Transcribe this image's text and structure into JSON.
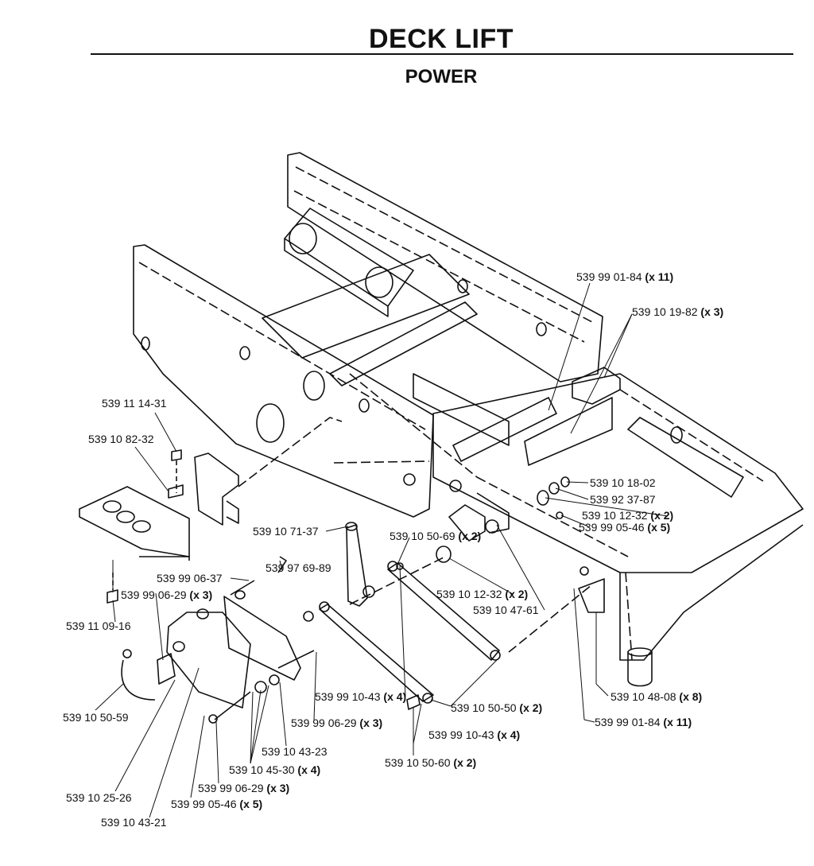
{
  "title": "DECK LIFT",
  "subtitle": "POWER",
  "callouts": [
    {
      "id": "c1",
      "part": "539 99 01-84",
      "qty": "(x 11)"
    },
    {
      "id": "c2",
      "part": "539 10 19-82",
      "qty": "(x 3)"
    },
    {
      "id": "c3",
      "part": "539 11 14-31",
      "qty": ""
    },
    {
      "id": "c4",
      "part": "539 10 82-32",
      "qty": ""
    },
    {
      "id": "c5",
      "part": "539 10 18-02",
      "qty": ""
    },
    {
      "id": "c6",
      "part": "539 92 37-87",
      "qty": ""
    },
    {
      "id": "c7",
      "part": "539 10 12-32",
      "qty": "(x 2)"
    },
    {
      "id": "c8",
      "part": "539 99 05-46",
      "qty": "(x 5)"
    },
    {
      "id": "c9",
      "part": "539 10 71-37",
      "qty": ""
    },
    {
      "id": "c10",
      "part": "539 10 50-69",
      "qty": "(x 2)"
    },
    {
      "id": "c11",
      "part": "539 99 06-37",
      "qty": ""
    },
    {
      "id": "c12",
      "part": "539 97 69-89",
      "qty": ""
    },
    {
      "id": "c13",
      "part": "539 99 06-29",
      "qty": "(x 3)"
    },
    {
      "id": "c14",
      "part": "539 10 12-32",
      "qty": "(x 2)"
    },
    {
      "id": "c15",
      "part": "539 10 47-61",
      "qty": ""
    },
    {
      "id": "c16",
      "part": "539 11 09-16",
      "qty": ""
    },
    {
      "id": "c17",
      "part": "539 99 10-43",
      "qty": "(x 4)"
    },
    {
      "id": "c18",
      "part": "539 10 50-50",
      "qty": "(x 2)"
    },
    {
      "id": "c19",
      "part": "539 10 48-08",
      "qty": "(x 8)"
    },
    {
      "id": "c20",
      "part": "539 10 50-59",
      "qty": ""
    },
    {
      "id": "c21",
      "part": "539 99 06-29",
      "qty": "(x 3)"
    },
    {
      "id": "c22",
      "part": "539 99 10-43",
      "qty": "(x 4)"
    },
    {
      "id": "c23",
      "part": "539 99 01-84",
      "qty": "(x 11)"
    },
    {
      "id": "c24",
      "part": "539 10 43-23",
      "qty": ""
    },
    {
      "id": "c25",
      "part": "539 10 45-30",
      "qty": "(x 4)"
    },
    {
      "id": "c26",
      "part": "539 10 50-60",
      "qty": "(x 2)"
    },
    {
      "id": "c27",
      "part": "539 99 06-29",
      "qty": "(x 3)"
    },
    {
      "id": "c28",
      "part": "539 10 25-26",
      "qty": ""
    },
    {
      "id": "c29",
      "part": "539 99 05-46",
      "qty": "(x 5)"
    },
    {
      "id": "c30",
      "part": "539 10 43-21",
      "qty": ""
    }
  ]
}
